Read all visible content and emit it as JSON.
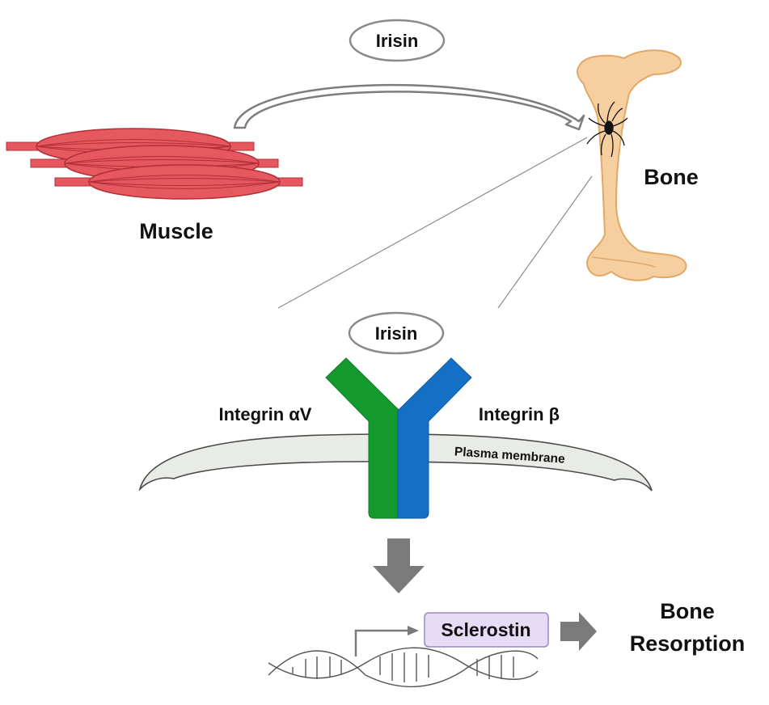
{
  "labels": {
    "irisin_top": "Irisin",
    "muscle": "Muscle",
    "bone": "Bone",
    "irisin_receptor": "Irisin",
    "integrin_av": "Integrin αV",
    "integrin_b": "Integrin β",
    "plasma_membrane": "Plasma membrane",
    "sclerostin": "Sclerostin",
    "bone_resorption_line1": "Bone",
    "bone_resorption_line2": "Resorption"
  },
  "colors": {
    "muscle": "#e5585f",
    "muscle_edge": "#b23038",
    "bone": "#f5cfa0",
    "bone_edge": "#e3a766",
    "integrin_av": "#139a2e",
    "integrin_b": "#1470c4",
    "membrane": "#e8ebe6",
    "sclerostin_box": "#e6dcf8",
    "arrow_gray": "#7a7a7a"
  }
}
